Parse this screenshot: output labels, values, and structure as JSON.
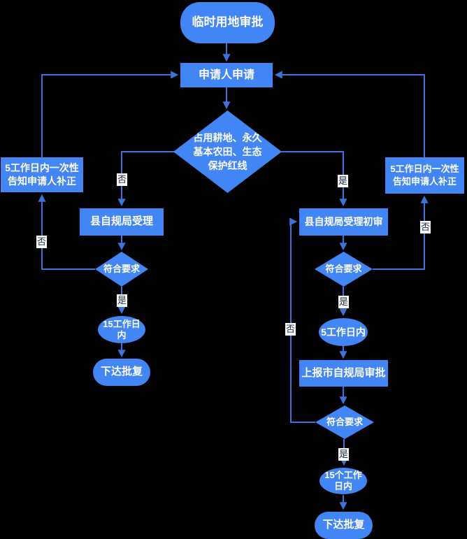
{
  "diagram": {
    "title": "临时用地审批",
    "colors": {
      "background": "#000000",
      "node_fill": "#4285f4",
      "connector": "#3e73dd",
      "node_text": "#ffffff",
      "label_bg": "#ffffff",
      "label_text": "#1c2b45"
    },
    "nodes": {
      "start": {
        "label": "临时用地审批",
        "shape": "terminator"
      },
      "apply": {
        "label": "申请人申请",
        "shape": "process"
      },
      "occupy_decision": {
        "label": "占用耕地、永久\n基本农田、生态\n保护红线",
        "shape": "decision"
      },
      "county_accept": {
        "label": "县自规局受理",
        "shape": "process"
      },
      "check_left": {
        "label": "符合要求",
        "shape": "decision"
      },
      "days15_left": {
        "label": "15工作日\n内",
        "shape": "ellipse"
      },
      "issue_left": {
        "label": "下达批复",
        "shape": "terminator"
      },
      "notify_left": {
        "label": "5工作日内一次性\n告知申请人补正",
        "shape": "process"
      },
      "county_initial": {
        "label": "县自规局受理初审",
        "shape": "process"
      },
      "check_right1": {
        "label": "符合要求",
        "shape": "decision"
      },
      "days5_right": {
        "label": "5工作日内",
        "shape": "ellipse"
      },
      "report_city": {
        "label": "上报市自规局审批",
        "shape": "process"
      },
      "check_right2": {
        "label": "符合要求",
        "shape": "decision"
      },
      "days15_right": {
        "label": "15个工作\n日内",
        "shape": "ellipse"
      },
      "issue_right": {
        "label": "下达批复",
        "shape": "terminator"
      },
      "notify_right": {
        "label": "5工作日内一次性\n告知申请人补正",
        "shape": "process"
      }
    },
    "edge_labels": {
      "yes": "是",
      "no": "否"
    }
  }
}
